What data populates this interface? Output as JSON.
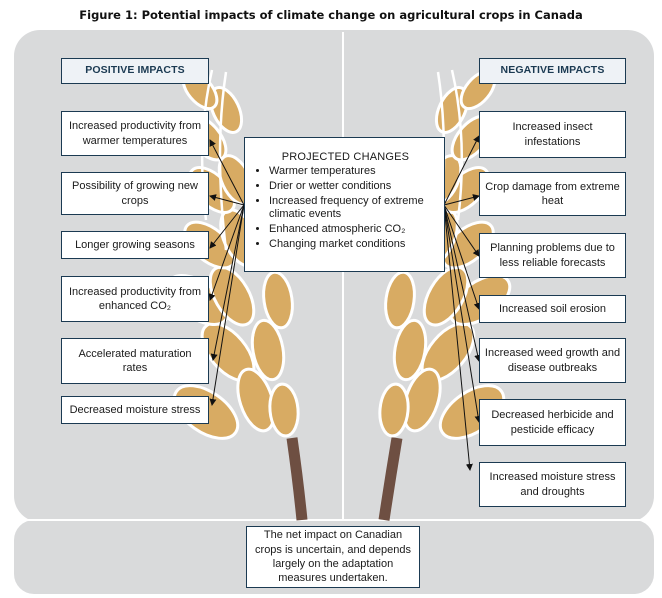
{
  "title": "Figure 1: Potential impacts of climate change on agricultural crops in Canada",
  "positive": {
    "header": "POSITIVE IMPACTS",
    "items": [
      "Increased productivity from warmer temperatures",
      "Possibility of growing new crops",
      "Longer growing seasons",
      "Increased productivity from enhanced CO₂",
      "Accelerated maturation rates",
      "Decreased moisture stress"
    ]
  },
  "negative": {
    "header": "NEGATIVE IMPACTS",
    "items": [
      "Increased insect infestations",
      "Crop damage from extreme heat",
      "Planning problems due to less reliable forecasts",
      "Increased soil erosion",
      "Increased weed growth and disease outbreaks",
      "Decreased herbicide and pesticide efficacy",
      "Increased moisture stress and droughts"
    ]
  },
  "projected": {
    "title": "PROJECTED CHANGES",
    "items": [
      "Warmer temperatures",
      "Drier or wetter conditions",
      "Increased frequency of extreme climatic events",
      "Enhanced atmospheric CO₂",
      "Changing market conditions"
    ]
  },
  "net_impact": "The net impact on Canadian crops is uncertain, and depends largely on the adaptation measures undertaken.",
  "colors": {
    "panel": "#d9dadb",
    "grain_gold": "#d8ab63",
    "grain_outline": "#ffffff",
    "stem": "#6e4f42",
    "box_border": "#1b3a52"
  }
}
